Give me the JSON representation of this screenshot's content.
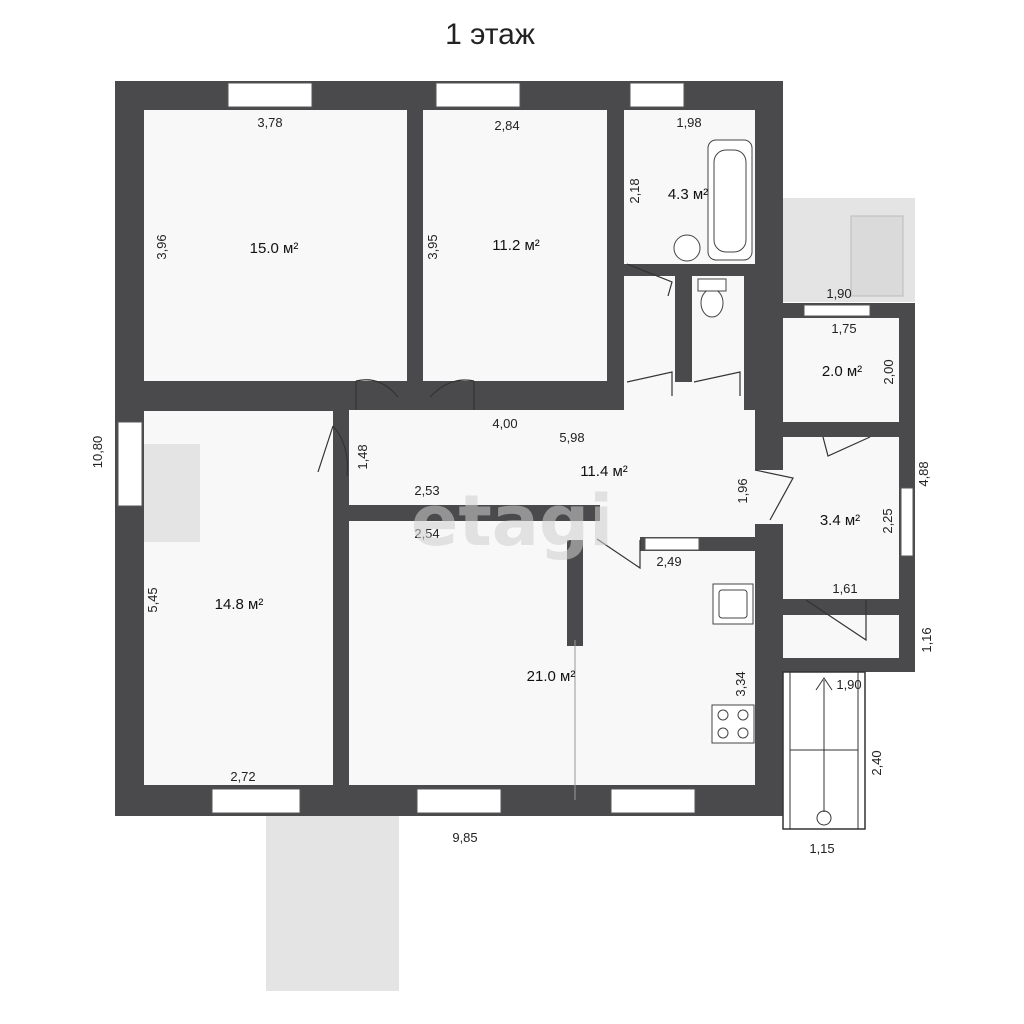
{
  "title": "1 этаж",
  "watermark": "etagi",
  "area_unit": "м²",
  "rooms": [
    {
      "id": "bedroom-nw",
      "area": "15.0"
    },
    {
      "id": "bedroom-n",
      "area": "11.2"
    },
    {
      "id": "bathroom",
      "area": "4.3"
    },
    {
      "id": "room-e1",
      "area": "2.0"
    },
    {
      "id": "corridor",
      "area": "11.4"
    },
    {
      "id": "room-e2",
      "area": "3.4"
    },
    {
      "id": "room-w",
      "area": "14.8"
    },
    {
      "id": "kitchen",
      "area": "21.0"
    }
  ],
  "dimensions": [
    "3,78",
    "2,84",
    "1,98",
    "3,96",
    "3,95",
    "2,18",
    "1,90",
    "1,75",
    "2,00",
    "4,00",
    "5,98",
    "1,48",
    "10,80",
    "2,53",
    "2,54",
    "1,96",
    "4,88",
    "2,25",
    "2,49",
    "1,61",
    "5,45",
    "1,16",
    "3,34",
    "1,90",
    "2,40",
    "2,72",
    "9,85",
    "1,15"
  ],
  "colors": {
    "wall": "#4a4a4d",
    "floor": "#f8f8f8",
    "annex": "#e4e4e4"
  }
}
